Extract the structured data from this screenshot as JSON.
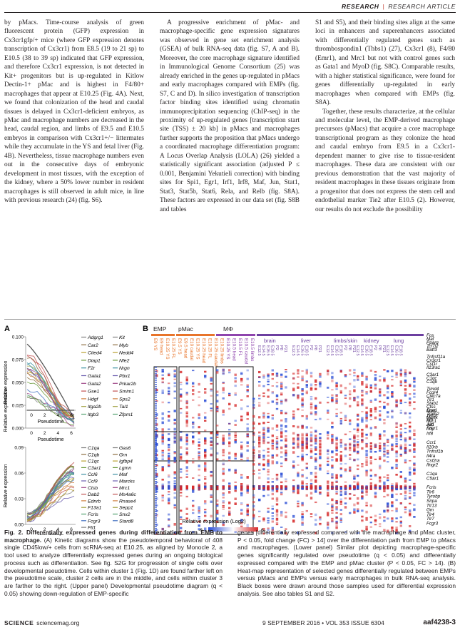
{
  "header": {
    "journal": "RESEARCH",
    "section": "RESEARCH ARTICLE"
  },
  "body_columns": [
    [
      "by pMacs. Time-course analysis of green fluorescent protein (GFP) expression in Cx3cr1gfp/+ mice (where GFP expression denotes transcription of Cx3cr1) from E8.5 (19 to 21 sp) to E10.5 (38 to 39 sp) indicated that GFP expression, and therefore Cx3cr1 expression, is not detected in Kit+ progenitors but is up-regulated in Kitlow Dectin-1+ pMac and is highest in F4/80+ macrophages that appear at E10.25 (Fig. 4A). Next, we found that colonization of the head and caudal tissues is delayed in Cx3cr1-deficient embryos, as pMac and macrophage numbers are decreased in the head, caudal region, and limbs of E9.5 and E10.5 embryos in comparison with Cx3cr1+/− littermates while they accumulate in the YS and fetal liver (Fig. 4B). Nevertheless, tissue macrophage numbers even out in the consecutive days of embryonic development in most tissues, with the exception of the kidney, where a 50% lower number in resident macrophages is still observed in adult mice, in line with previous research (24) (fig. S6)."
    ],
    [
      "A progressive enrichment of pMac- and macrophage-specific gene expression signatures was observed in gene set enrichment analysis (GSEA) of bulk RNA-seq data (fig. S7, A and B). Moreover, the core macrophage signature identified in Immunological Genome Consortium (25) was already enriched in the genes up-regulated in pMacs and early macrophages compared with EMPs (fig. S7, C and D). In silico investigation of transcription factor binding sites identified using chromatin immunoprecipitation sequencing (ChIP-seq) in the proximity of up-regulated genes [transcription start site (TSS) ± 20 kb] in pMacs and macrophages further supports the proposition that pMacs undergo a coordinated macrophage differentiation program: A Locus Overlap Analysis (LOLA) (26) yielded a statistically significant association (adjusted P ≤ 0.001, Benjamini Yekutieli correction) with binding sites for Spi1, Egr1, Irf1, Irf8, Maf, Jun, Stat1, Stat3, Stat5b, Stat6, Rela, and Relb (fig. S8A). These factors are expressed in our data set (fig. S8B and tables"
    ],
    [
      "S1 and S5), and their binding sites align at the same loci in enhancers and superenhancers associated with differentially regulated genes such as thrombospondin1 (Thbs1) (27), Cx3cr1 (8), F4/80 (Emr1), and Mrc1 but not with control genes such as Gata1 and MyoD (fig. S8C). Comparable results, with a higher statistical significance, were found for genes differentially up-regulated in early macrophages when compared with EMPs (fig. S8A).",
      "Together, these results characterize, at the cellular and molecular level, the EMP-derived macrophage precursors (pMacs) that acquire a core macrophage transcriptional program as they colonize the head and caudal embryo from E9.5 in a Cx3cr1-dependent manner to give rise to tissue-resident macrophages. These data are consistent with our previous demonstration that the vast majority of resident macrophages in these tissues originate from a progenitor that does not express the stem cell and endothelial marker Tie2 after E10.5 (2). However, our results do not exclude the possibility"
    ]
  ],
  "figure": {
    "panel_a_label": "A",
    "panel_b_label": "B",
    "ylabel": "Relative expression",
    "xlabel": "Pseudotime",
    "top_yticks": [
      "0.100",
      "0.075",
      "0.050",
      "0.025",
      "0.000"
    ],
    "bottom_yticks": [
      "0.09",
      "0.06",
      "0.03",
      "0.00"
    ],
    "xticks": [
      "0",
      "2",
      "4",
      "6"
    ],
    "top_genes_col1": [
      "Adgrg1",
      "Car2",
      "Cited4",
      "Diap1",
      "F2r",
      "Gata1",
      "Gata2",
      "Gse1",
      "Hdgf",
      "Itga2b",
      "Itgb3"
    ],
    "top_genes_col2": [
      "Kit",
      "Myb",
      "Nedd4",
      "Nfe2",
      "Nrgn",
      "Pbx1",
      "Prkar2b",
      "Smim1",
      "Sps2",
      "Tal1",
      "Zfpm1"
    ],
    "bottom_genes_col1": [
      "C1qa",
      "C1qb",
      "C1qc",
      "C3ar1",
      "Ccl6",
      "Ccl9",
      "Ctsb",
      "Dab2",
      "Ednrb",
      "F13a1",
      "Fcrls",
      "Fcgr3",
      "Ftl1"
    ],
    "bottom_genes_col2": [
      "Gas6",
      "Grn",
      "Igfbp4",
      "Lgmn",
      "Maf",
      "Marcks",
      "Mrc1",
      "Ms4a6c",
      "Rnase4",
      "Sepp1",
      "Snx2",
      "Stard8"
    ],
    "heatmap_groups": [
      "EMP",
      "pMac",
      "MΦ"
    ],
    "tissue_labels": [
      "brain",
      "liver",
      "limbs/skin",
      "kidney",
      "lung"
    ],
    "sample_labels": [
      "E9 YS",
      "E9 head",
      "E10.25 YS",
      "E10.25 FL",
      "E9.5 YS",
      "E9.5 head",
      "E10 caudal",
      "E10.25 YS",
      "E10.25 head",
      "E10.25 FL",
      "E10.25 caudal",
      "E10.25 limbs",
      "E10.25 YS",
      "E10.5 head",
      "E10.5 FL",
      "E10.5 caudal",
      "E10.5 limbs"
    ],
    "top_right_genes": [
      "Fos",
      "Maf",
      "Pparg",
      "Tcf7l2",
      "Batf3",
      "",
      "Tnfrsf11a",
      "Cx3cr1",
      "Csf1r",
      "Il13ra1",
      "",
      "C3ar1",
      "C1qc",
      "C1qb",
      "",
      "Timd4",
      "Fcgr4",
      "Clec7a",
      "Tlr1",
      "Stab1",
      "Ctss",
      "Emr1",
      "Trem2",
      "Mertk",
      "Mrc1",
      "Aif1",
      "Fcgr1"
    ],
    "bottom_right_genes": [
      "Mafb",
      "Zeb2",
      "Irf9",
      "Jun",
      "Irf5",
      "Irf8",
      "",
      "Ccr1",
      "Il10rb",
      "Tnfrsf1b",
      "Il4ra",
      "Csf2ra",
      "Ifngr2",
      "",
      "C1qa",
      "C5ar1",
      "",
      "Fcrls",
      "Tlr6",
      "Tyrobp",
      "Sirpa",
      "Tlr13",
      "Gm",
      "Tlr4",
      "Tlr7",
      "Fcgr3"
    ],
    "color_scale_title": "Relative expression (Log2)",
    "color_scale_min": "-6",
    "color_scale_max": "6"
  },
  "caption": {
    "title": "Fig. 2. Differentially expressed genes during differentiation from EMP to macrophage.",
    "left_text": "(A) Kinetic diagrams show the pseudotemporal behavioral of 408 single CD45low/+ cells from scRNA-seq at E10.25, as aligned by Monocle 2, a tool used to analyze differentially expressed genes during an ongoing biological process such as differentiation. See fig. S2G for progression of single cells over developmental pseudotime. Cells within cluster 1 (Fig. 1D) are found farther left on the pseudotime scale, cluster 2 cells are in the middle, and cells within cluster 3 are farther to the right. (Upper panel) Developmental pseudotime diagram (q < 0.05) showing down-regulation of EMP-specific",
    "right_text": "genes [differentially expressed compared with the macrophage and pMac cluster, P < 0.05, fold change (FC) > 14] over the differentiation path from EMP to pMacs and macrophages. (Lower panel) Similar plot depicting macrophage-specific genes significantly regulated over pseudotime (q < 0.05) and differentially expressed compared with the EMP and pMac cluster (P < 0.05, FC > 14). (B) Heat-map representation of selected genes differentially regulated between EMPs versus pMacs and EMPs versus early macrophages in bulk RNA-seq analysis. Black boxes were drawn around those samples used for differential expression analysis. See also tables S1 and S2."
  },
  "footer": {
    "journal": "SCIENCE",
    "url": "sciencemag.org",
    "issue": "9 SEPTEMBER 2016 • VOL 353 ISSUE 6304",
    "page": "aaf4238-3"
  },
  "colors": {
    "emp": "#e8742a",
    "pmac": "#e8742a",
    "mac": "#8e44ad",
    "tissue": "#6c3fa0",
    "high": "#d62c2c",
    "low": "#2c4fd6"
  }
}
